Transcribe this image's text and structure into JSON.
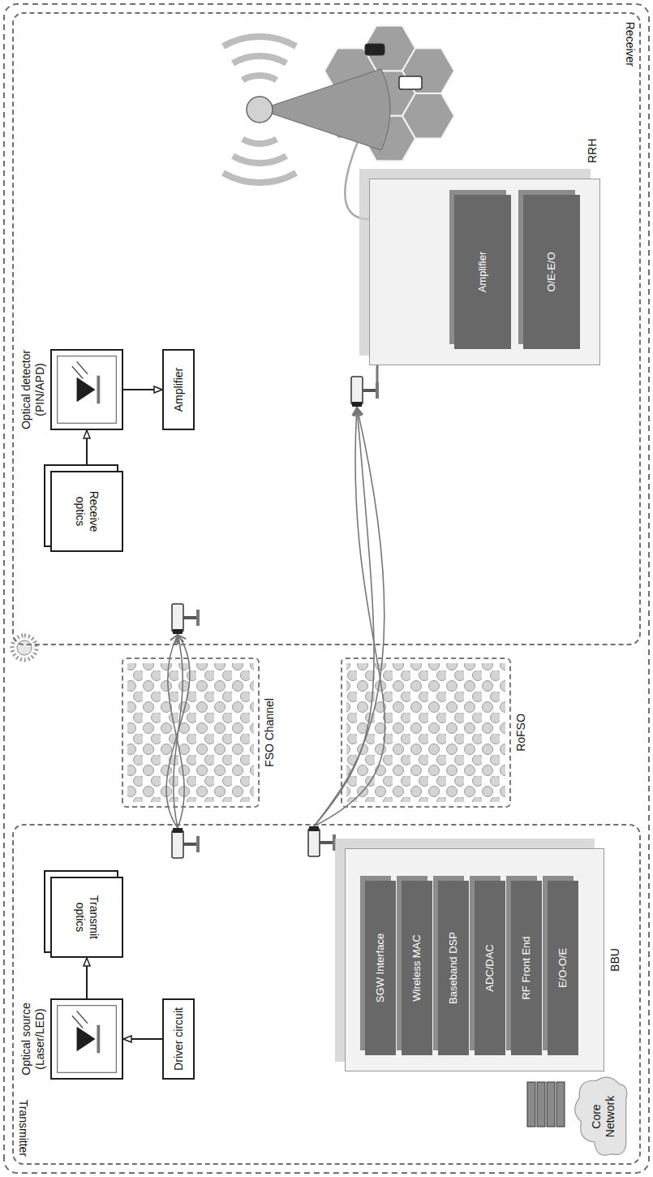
{
  "diagram": {
    "nodes": [
      {
        "text": [
          "Transmitter"
        ]
      },
      {
        "text": [
          "Optical source (Laser/LED)"
        ],
        "in": 0
      },
      {
        "text": [
          "Driver circuit"
        ],
        "in": 0
      },
      {
        "text": [
          "Transmit optics"
        ],
        "in": 0
      },
      {
        "text": [
          "BBU"
        ],
        "in": 0
      },
      {
        "text": [
          "SGW Interface"
        ],
        "in": 4
      },
      {
        "text": [
          "Wireless MAC"
        ],
        "in": 4
      },
      {
        "text": [
          "Baseband DSP"
        ],
        "in": 4
      },
      {
        "text": [
          "ADC/DAC"
        ],
        "in": 4
      },
      {
        "text": [
          "RF Front End"
        ],
        "in": 4
      },
      {
        "text": [
          "E/O-O/E"
        ],
        "in": 4
      },
      {
        "text": [
          "Core Network"
        ],
        "in": 0
      },
      {
        "text": [
          "FSO Channel"
        ]
      },
      {
        "text": [
          "RoFSO"
        ]
      },
      {
        "text": [
          "Receiver"
        ]
      },
      {
        "text": [
          "Receive optics"
        ],
        "in": 14
      },
      {
        "text": [
          "Optical detector (PIN/APD)"
        ],
        "in": 14
      },
      {
        "text": [
          "Amplifier"
        ],
        "in": 14
      },
      {
        "text": [
          "RRH"
        ],
        "in": 14
      },
      {
        "text": [
          "Amplifier"
        ],
        "in": 18
      },
      {
        "text": [
          "O/E-E/O"
        ],
        "in": 18
      }
    ],
    "edges": [
      {
        "from": 2,
        "to": 1,
        "arrow": "to"
      },
      {
        "from": 1,
        "to": 3,
        "arrow": "to"
      },
      {
        "from": 15,
        "to": 16,
        "arrow": "to"
      },
      {
        "from": 16,
        "to": 17,
        "arrow": "to"
      }
    ]
  }
}
